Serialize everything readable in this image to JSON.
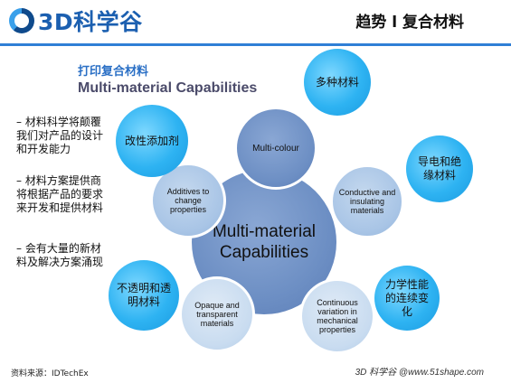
{
  "header": {
    "logo_text": "3D科学谷",
    "title": "趋势 l 复合材料"
  },
  "subtitle": {
    "cn": "打印复合材料",
    "en": "Multi-material Capabilities"
  },
  "bullets": [
    "– 材料科学将颠覆我们对产品的设计和开发能力",
    "– 材料方案提供商将根据产品的要求来开发和提供材料",
    "– 会有大量的新材料及解决方案涌现"
  ],
  "diagram": {
    "center_label": "Multi-material Capabilities",
    "nodes": {
      "multi_colour": "Multi-colour",
      "conductive": "Conductive and insulating materials",
      "continuous": "Continuous variation in mechanical properties",
      "opaque": "Opaque and transparent materials",
      "additives": "Additives to change properties"
    }
  },
  "callouts": {
    "multi_material": "多种材料",
    "conductive_cn": "导电和绝缘材料",
    "mechanical_cn": "力学性能的连续变化",
    "opaque_cn": "不透明和透明材料",
    "additives_cn": "改性添加剂"
  },
  "footer": {
    "source": "资料来源：IDTechEx",
    "site": "3D 科学谷 @www.51shape.com"
  },
  "colors": {
    "brand_blue": "#1b5fb0",
    "accent_blue": "#2eb3f2",
    "node_blue": "#a9c5e6",
    "center_blue": "#6d8fc4"
  }
}
